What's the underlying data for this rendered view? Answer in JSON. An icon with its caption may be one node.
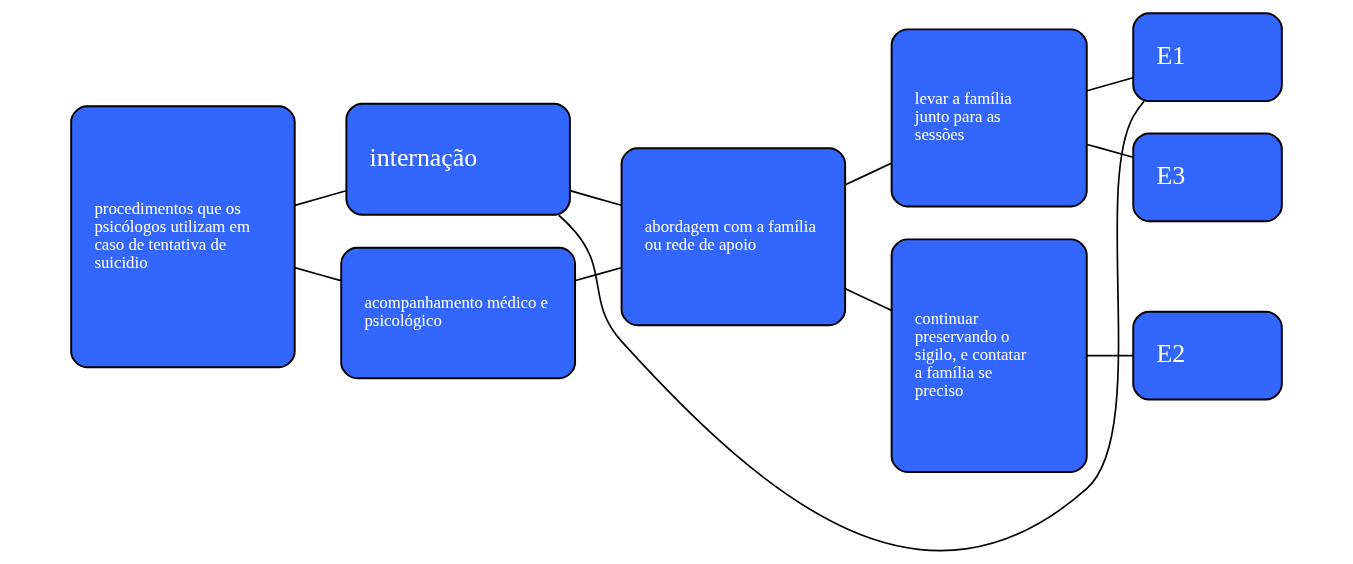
{
  "diagram": {
    "nodes": [
      {
        "text": [
          "procedimentos que os psicólogos utilizam em caso de tentativa de suicidio"
        ]
      },
      {
        "text": [
          "internação"
        ]
      },
      {
        "text": [
          "acompanhamento médico e psicológico"
        ]
      },
      {
        "text": [
          "abordagem com a família ou rede de apoio"
        ]
      },
      {
        "text": [
          "levar a família junto para as sessões"
        ]
      },
      {
        "text": [
          "continuar preservando o sigilo, e contatar a família se preciso"
        ]
      },
      {
        "text": [
          "E1"
        ]
      },
      {
        "text": [
          "E3"
        ]
      },
      {
        "text": [
          "E2"
        ]
      }
    ],
    "edges": [
      {
        "from": 0,
        "to": 1,
        "arrow": "none"
      },
      {
        "from": 0,
        "to": 2,
        "arrow": "none"
      },
      {
        "from": 1,
        "to": 3,
        "arrow": "none"
      },
      {
        "from": 2,
        "to": 3,
        "arrow": "none"
      },
      {
        "from": 3,
        "to": 4,
        "arrow": "none"
      },
      {
        "from": 3,
        "to": 5,
        "arrow": "none"
      },
      {
        "from": 4,
        "to": 6,
        "arrow": "none"
      },
      {
        "from": 4,
        "to": 7,
        "arrow": "none"
      },
      {
        "from": 5,
        "to": 8,
        "arrow": "none"
      },
      {
        "from": 1,
        "to": 6,
        "arrow": "none"
      }
    ]
  }
}
